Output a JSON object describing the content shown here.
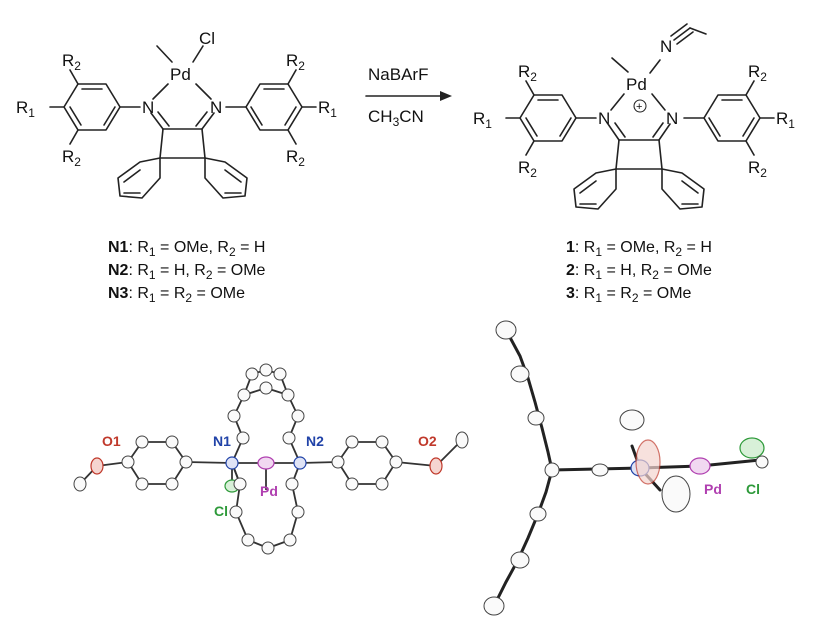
{
  "reaction": {
    "reagent": "NaBArF",
    "solvent": "CH3CN"
  },
  "left_structure": {
    "metal": "Pd",
    "chloride": "Cl",
    "nitrogen": "N",
    "r1": "R1",
    "r2": "R2"
  },
  "right_structure": {
    "metal": "Pd",
    "charge": "+",
    "nitrogen": "N",
    "nitrile_n": "N",
    "r1": "R1",
    "r2": "R2"
  },
  "left_captions": [
    {
      "id": "N1",
      "text": ": R1 = OMe, R2 = H"
    },
    {
      "id": "N2",
      "text": ": R1 = H, R2 = OMe"
    },
    {
      "id": "N3",
      "text": ": R1 = R2 = OMe"
    }
  ],
  "right_captions": [
    {
      "id": "1",
      "text": ": R1 = OMe, R2 = H"
    },
    {
      "id": "2",
      "text": ": R1 = H, R2 = OMe"
    },
    {
      "id": "3",
      "text": ": R1 = R2 = OMe"
    }
  ],
  "crystal_left": {
    "o1": "O1",
    "n1": "N1",
    "n2": "N2",
    "o2": "O2",
    "pd": "Pd",
    "cl": "Cl",
    "colors": {
      "O": "#c0392b",
      "N": "#2143a8",
      "Pd": "#b03fb0",
      "Cl": "#2e9a3a"
    }
  },
  "crystal_right": {
    "pd": "Pd",
    "cl": "Cl"
  }
}
